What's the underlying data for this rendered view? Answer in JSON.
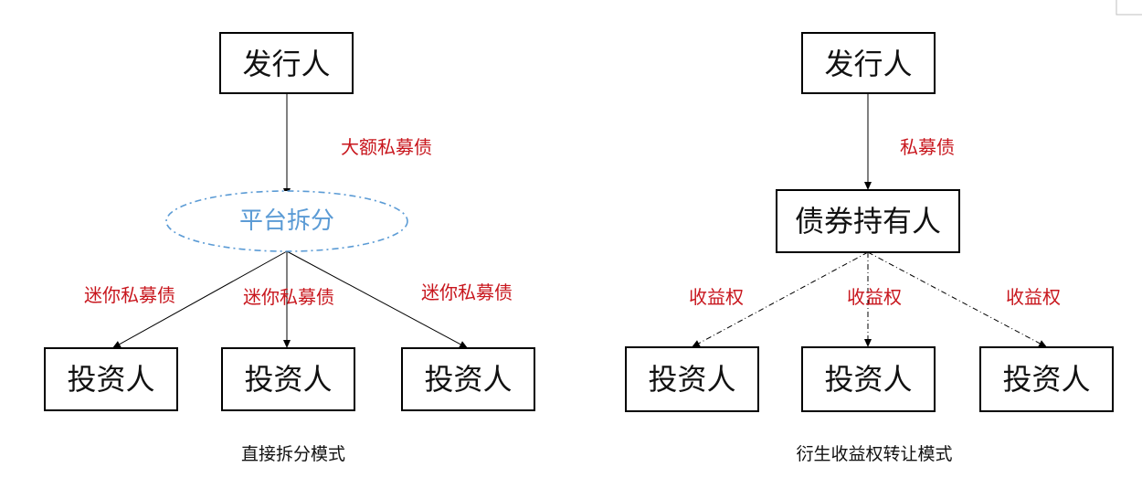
{
  "left_model": {
    "issuer": "发行人",
    "platform": "平台拆分",
    "top_edge_label": "大额私募债",
    "branch_labels": [
      "迷你私募债",
      "迷你私募债",
      "迷你私募债"
    ],
    "investors": [
      "投资人",
      "投资人",
      "投资人"
    ],
    "caption": "直接拆分模式"
  },
  "right_model": {
    "issuer": "发行人",
    "holder": "债券持有人",
    "top_edge_label": "私募债",
    "branch_labels": [
      "收益权",
      "收益权",
      "收益权"
    ],
    "investors": [
      "投资人",
      "投资人",
      "投资人"
    ],
    "caption": "衍生收益权转让模式"
  },
  "colors": {
    "edge_label": "#c8161d",
    "platform": "#5b9bd5",
    "box_border": "#000000"
  }
}
